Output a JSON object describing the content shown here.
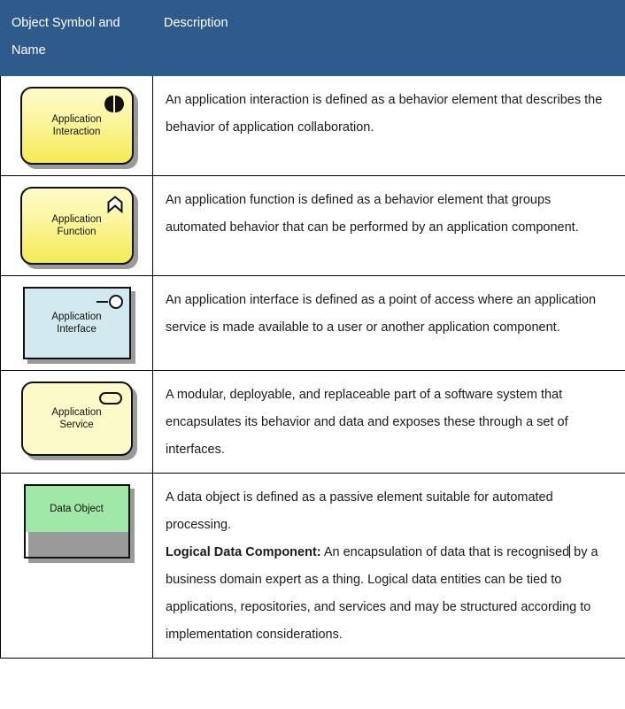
{
  "table": {
    "header": {
      "col_symbol": "Object Symbol and Name",
      "col_description": "Description"
    },
    "header_bg": "#2f5b8c",
    "rows": [
      {
        "symbol": {
          "name": "Application Interaction",
          "icon": "interaction-icon",
          "shape": "rounded-rectangle",
          "fill": "#f8ef73",
          "border": "#111111"
        },
        "description_paragraphs": [
          "An application interaction is defined as a behavior element that describes the behavior of application collaboration."
        ]
      },
      {
        "symbol": {
          "name": "Application Function",
          "icon": "function-arrow-icon",
          "shape": "rounded-rectangle",
          "fill": "#f8ef73",
          "border": "#111111"
        },
        "description_paragraphs": [
          "An application function is defined as a behavior element that groups automated behavior that can be performed by an application component."
        ]
      },
      {
        "symbol": {
          "name": "Application Interface",
          "icon": "interface-lollipop-icon",
          "shape": "rectangle",
          "fill": "#d3e9f0",
          "border": "#111111"
        },
        "description_paragraphs": [
          "An application interface is defined as a point of access where an application service is made available to a user or another application component."
        ]
      },
      {
        "symbol": {
          "name": "Application Service",
          "icon": "service-pill-icon",
          "shape": "rounded-rectangle",
          "fill": "#fcfac8",
          "border": "#111111"
        },
        "description_paragraphs": [
          "A modular, deployable, and replaceable part of a software system that encapsulates its behavior and data and exposes these through a set of interfaces."
        ]
      },
      {
        "symbol": {
          "name": "Data Object",
          "icon": "data-object-icon",
          "shape": "banded-rectangle",
          "fill": "#a0e8a8",
          "band_fill": "#3fbe5c",
          "border": "#111111"
        },
        "description_paragraphs": [
          "A data object is defined as a passive element suitable for automated processing."
        ],
        "description_rich": {
          "lead_bold": "Logical Data Component:",
          "before_caret": " An encapsulation of data that is recognised",
          "after_caret": " by a business domain expert as a thing. Logical data entities can be tied to applications, repositories, and services and may be structured according to implementation considerations."
        }
      }
    ]
  }
}
